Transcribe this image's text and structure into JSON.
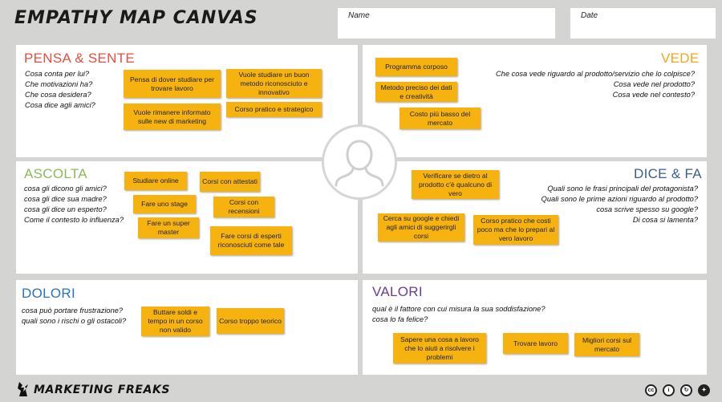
{
  "title": "EMPATHY MAP CANVAS",
  "header": {
    "name_label": "Name",
    "date_label": "Date"
  },
  "colors": {
    "pensa": "#e2503f",
    "vede": "#f3a71b",
    "ascolta": "#8aba5b",
    "dice": "#3a5f8f",
    "dolori": "#2d73b7",
    "valori": "#6a3d8f",
    "note": "#f6b30f"
  },
  "panels": {
    "pensa": {
      "title": "PENSA & SENTE",
      "questions": [
        "Cosa conta per lui?",
        "Che motivazioni ha?",
        "Che cosa desidera?",
        "Cosa dice agli amici?"
      ],
      "notes": [
        "Pensa di dover studiare per trovare lavoro",
        "Vuole studiare un buon metodo riconosciuto e innovativo",
        "Vuole rimanere informato sulle new di marketing",
        "Corso pratico e strategico"
      ]
    },
    "vede": {
      "title": "VEDE",
      "questions": [
        "Che cosa vede riguardo al prodotto/servizio che lo colpisce?",
        "Cosa vede nel prodotto?",
        "Cosa vede nel contesto?"
      ],
      "notes": [
        "Programma corposo",
        "Metodo preciso dei dati e creatività",
        "Costo più basso del mercato"
      ]
    },
    "ascolta": {
      "title": "ASCOLTA",
      "questions": [
        "cosa gli dicono gli amici?",
        "cosa gli dice sua madre?",
        "cosa gli dice un esperto?",
        "Come il contesto lo influenza?"
      ],
      "notes": [
        "Studiare online",
        "Corsi con attestati",
        "Fare uno stage",
        "Corsi con recensioni",
        "Fare un super master",
        "Fare corsi di esperti riconosciuti come tale"
      ]
    },
    "dice": {
      "title": "DICE & FA",
      "questions": [
        "Quali sono le frasi principali del protagonista?",
        "Quali sono le prime azioni riguardo al prodotto?",
        "cosa scrive spesso su google?",
        "Di cosa si lamenta?"
      ],
      "notes": [
        "Verificare se dietro al prodotto c'è qualcuno di vero",
        "Cerca su google e chiedi agli amici di suggerirgli corsi",
        "Corso pratico che costi poco ma che lo prepari al vero lavoro"
      ]
    },
    "dolori": {
      "title": "DOLORI",
      "questions": [
        "cosa può portare frustrazione?",
        "quali sono i rischi o gli ostacoli?"
      ],
      "notes": [
        "Buttare soldi  e tempo in un corso non valido",
        "Corso troppo teorico"
      ]
    },
    "valori": {
      "title": "VALORI",
      "questions": [
        "qual è il fattore con cui misura la sua soddisfazione?",
        "cosa lo fa felice?"
      ],
      "notes": [
        "Sapere una cosa a lavoro che lo aiuti a risolvere i problemi",
        "Trovare lavoro",
        "Migliori corsi sul mercato"
      ]
    }
  },
  "footer": {
    "brand": "MARKETING FREAKS",
    "license_icons": [
      "cc-icon",
      "by-icon",
      "sa-icon",
      "freak-icon"
    ]
  }
}
